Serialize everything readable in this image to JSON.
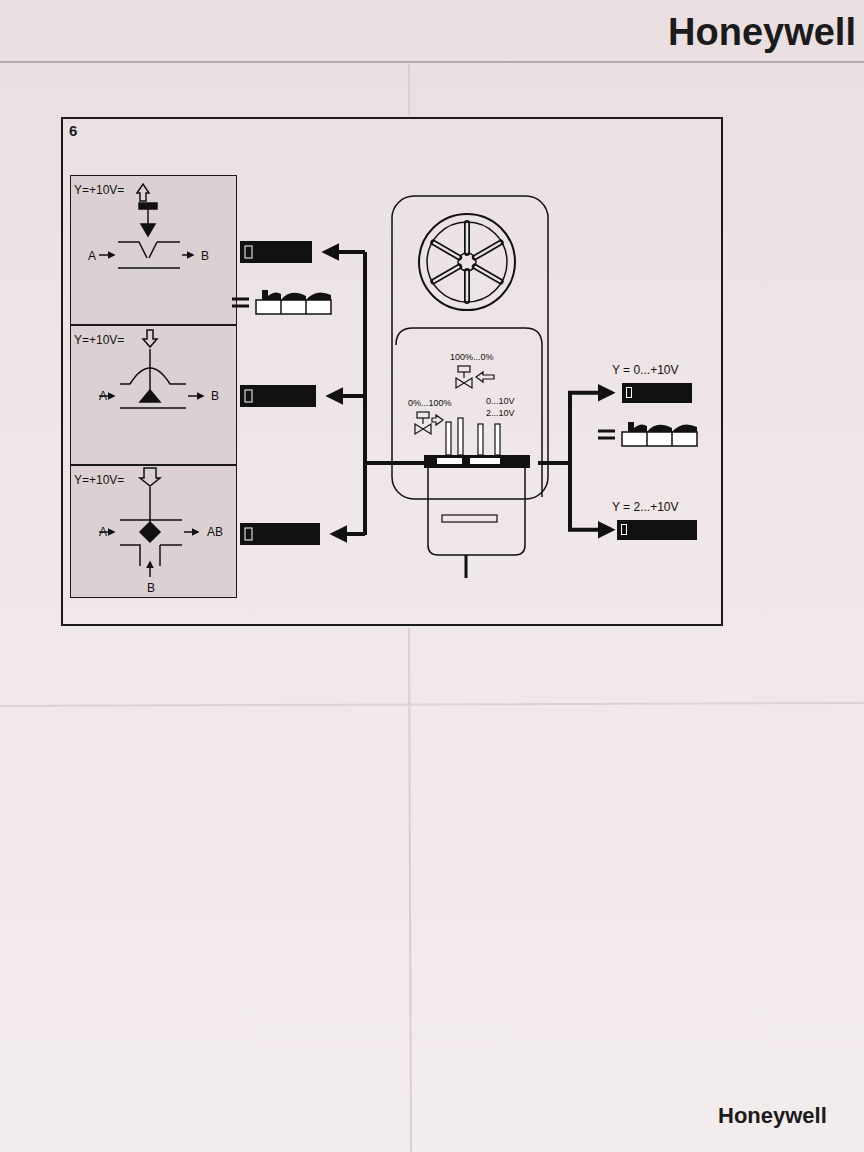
{
  "diagram": {
    "nodes": [
      {
        "text": [
          "Y=+10V=",
          "A",
          "B"
        ]
      },
      {
        "text": [
          "Y=+10V=",
          "A",
          "B"
        ]
      },
      {
        "text": [
          "Y=+10V=",
          "A",
          "AB",
          "B"
        ]
      },
      {
        "text": [
          "100%...0%",
          "0%...100%",
          "0...10V",
          "2...10V"
        ]
      },
      {
        "text": [
          "Y = 0...+10V"
        ]
      },
      {
        "text": [
          "Y = 2...+10V"
        ]
      }
    ],
    "edges": [
      {
        "from": 3,
        "to": 4,
        "arrow": "to"
      },
      {
        "from": 3,
        "to": 5,
        "arrow": "to"
      }
    ],
    "labels": [
      "Honeywell",
      "6",
      "Honeywell"
    ]
  }
}
